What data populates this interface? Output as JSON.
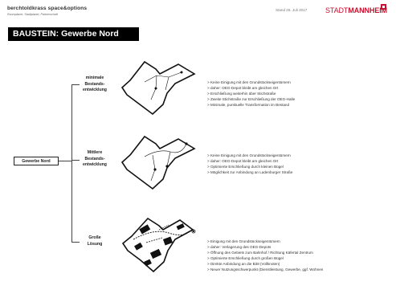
{
  "header": {
    "brand": "berchtoldkrass space&options",
    "brand_sub": "Raumplaner, Stadtplaner, Partnerschaft",
    "date": "Stand 26. Juli 2017",
    "logo_stadt": "STADT",
    "logo_mannheim": "MANNHEIM"
  },
  "title": "BAUSTEIN: Gewerbe Nord",
  "root": "Gewerbe Nord",
  "branches": [
    {
      "label_lines": [
        "minimale",
        "Bestands-",
        "entwicklung"
      ],
      "bullets": [
        "Keine Einigung mit den Grundstückseigentümern",
        "daher: OEG-Depot bleibt am gleichen Ort",
        "Erschließung weiterhin über Stichstraße",
        "Zweite Stichstraße zur Erschließung der OEG-Halle",
        "Minimale, punktuelle Transformation im Bestand"
      ]
    },
    {
      "label_lines": [
        "Mittlere",
        "Bestands-",
        "entwicklung"
      ],
      "bullets": [
        "Keine Einigung mit den Grundstückseigentümern",
        "daher: OEG-Depot bleibt am gleichen Ort",
        "Optimierte Erschließung durch kleinen Bügel",
        "Möglichkeit zur Anbindung an Ladenburger Straße"
      ]
    },
    {
      "label_lines": [
        "Große",
        "Lösung"
      ],
      "bullets": [
        "Einigung mit den Grundstückseigentümern",
        "daher: Verlagerung des OEG-Depots",
        "Öffnung des Gebiets zum Bahnhof / Richtung Käfertal Zentrum",
        "Optimierte Erschließung durch großen Bügel",
        "Direkte Anbindung an die B38 (Vollknoten)",
        "Neuer Nutzungsschwerpunkt (Dienstleistung, Gewerbe, ggf. Wohnen"
      ]
    }
  ],
  "colors": {
    "accent": "#c8102e",
    "title_bg": "#000000",
    "text": "#333333"
  }
}
